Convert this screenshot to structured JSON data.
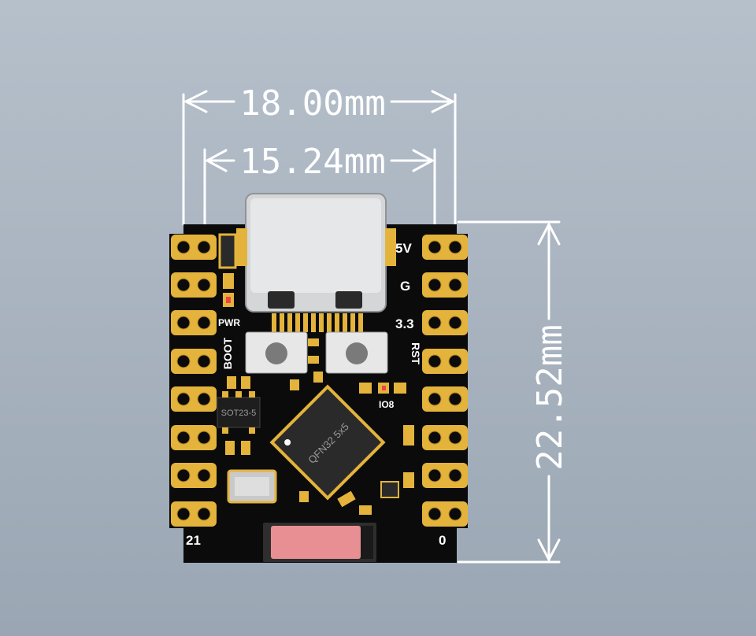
{
  "dimensions": {
    "outer_width": "18.00mm",
    "inner_width": "15.24mm",
    "height": "22.52mm"
  },
  "board": {
    "left_labels": {
      "pwr": "PWR",
      "boot": "BOOT",
      "pin_bottom": "21"
    },
    "right_labels": {
      "five_v": "5V",
      "ground": "G",
      "three_v3": "3.3",
      "rst": "RST",
      "io8": "IO8",
      "pin_bottom": "0"
    },
    "regulator_marking": "SOT23-5",
    "mcu_marking": "QFN32 5x5"
  },
  "colors": {
    "pcb": "#0b0b0b",
    "pad": "#e3b33c",
    "dimension_line": "#ffffff",
    "antenna": "#e88f93"
  }
}
